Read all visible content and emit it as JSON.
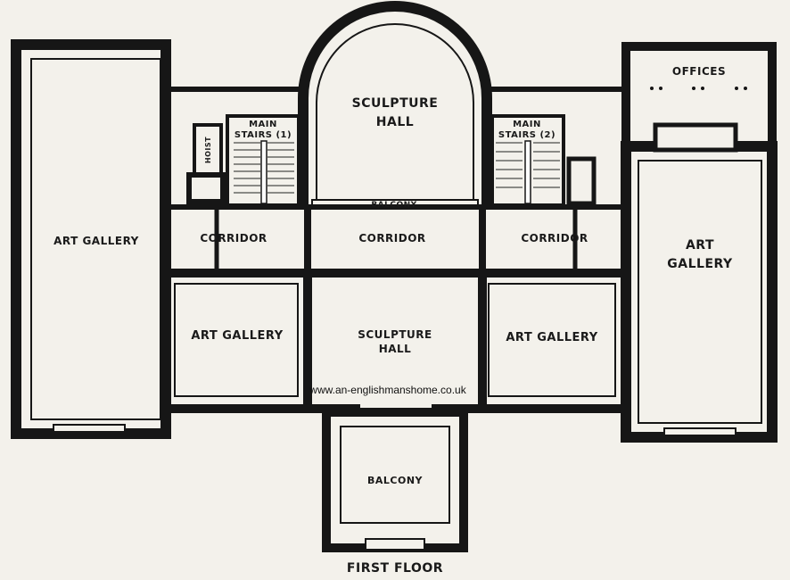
{
  "title": "FIRST FLOOR",
  "rooms": {
    "sculpture_hall_upper": [
      "SCULPTURE",
      "HALL"
    ],
    "main_stairs_1": [
      "MAIN",
      "STAIRS (1)"
    ],
    "main_stairs_2": [
      "MAIN",
      "STAIRS (2)"
    ],
    "hoist": "HOIST",
    "offices": "OFFICES",
    "balcony_upper": "BALCONY",
    "art_gallery_left_wing": "ART GALLERY",
    "corridor_left": "CORRIDOR",
    "corridor_center": "CORRIDOR",
    "corridor_right": "CORRIDOR",
    "art_gallery_right_wing": [
      "ART",
      "GALLERY"
    ],
    "art_gallery_left": "ART GALLERY",
    "sculpture_hall_lower": [
      "SCULPTURE",
      "HALL"
    ],
    "art_gallery_right": "ART GALLERY",
    "balcony_lower": "BALCONY"
  },
  "watermark": "www.an-englishmanshome.co.uk",
  "colors": {
    "paper": "#f3f1eb",
    "ink": "#161616"
  }
}
